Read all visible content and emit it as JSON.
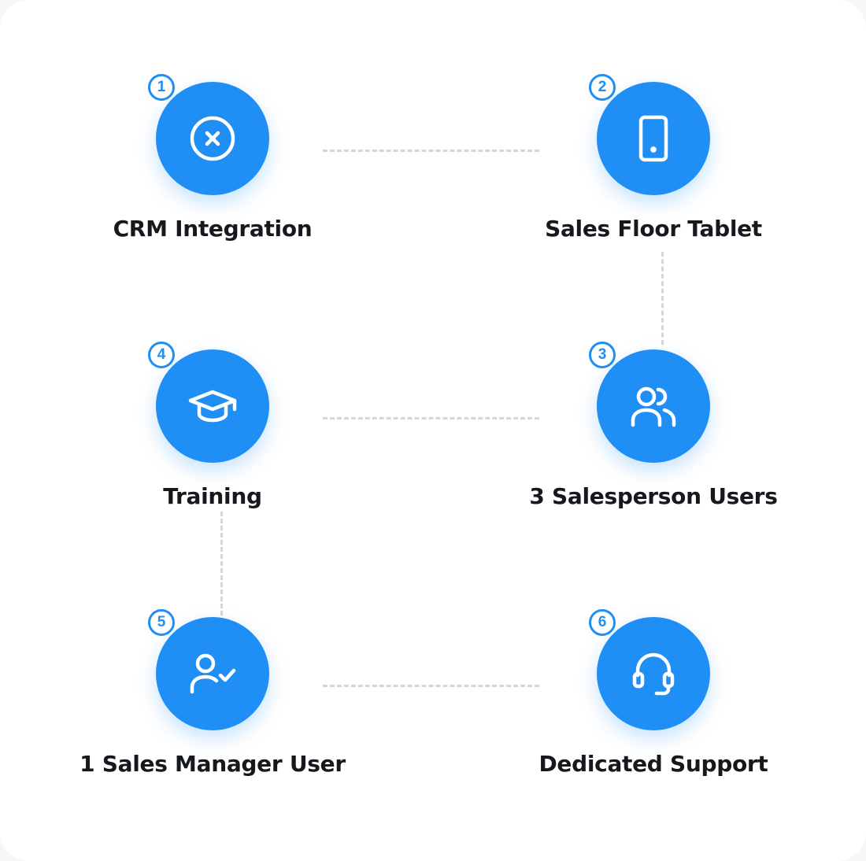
{
  "steps": [
    {
      "number": "1",
      "label": "CRM Integration",
      "icon": "x-circle-icon"
    },
    {
      "number": "2",
      "label": "Sales Floor Tablet",
      "icon": "tablet-icon"
    },
    {
      "number": "3",
      "label": "3 Salesperson Users",
      "icon": "users-icon"
    },
    {
      "number": "4",
      "label": "Training",
      "icon": "graduation-cap-icon"
    },
    {
      "number": "5",
      "label": "1 Sales Manager User",
      "icon": "user-check-icon"
    },
    {
      "number": "6",
      "label": "Dedicated Support",
      "icon": "headset-icon"
    }
  ],
  "colors": {
    "accent": "#1f8ef5",
    "connector": "#d6d6d6",
    "text": "#15181d",
    "background": "#ffffff"
  }
}
